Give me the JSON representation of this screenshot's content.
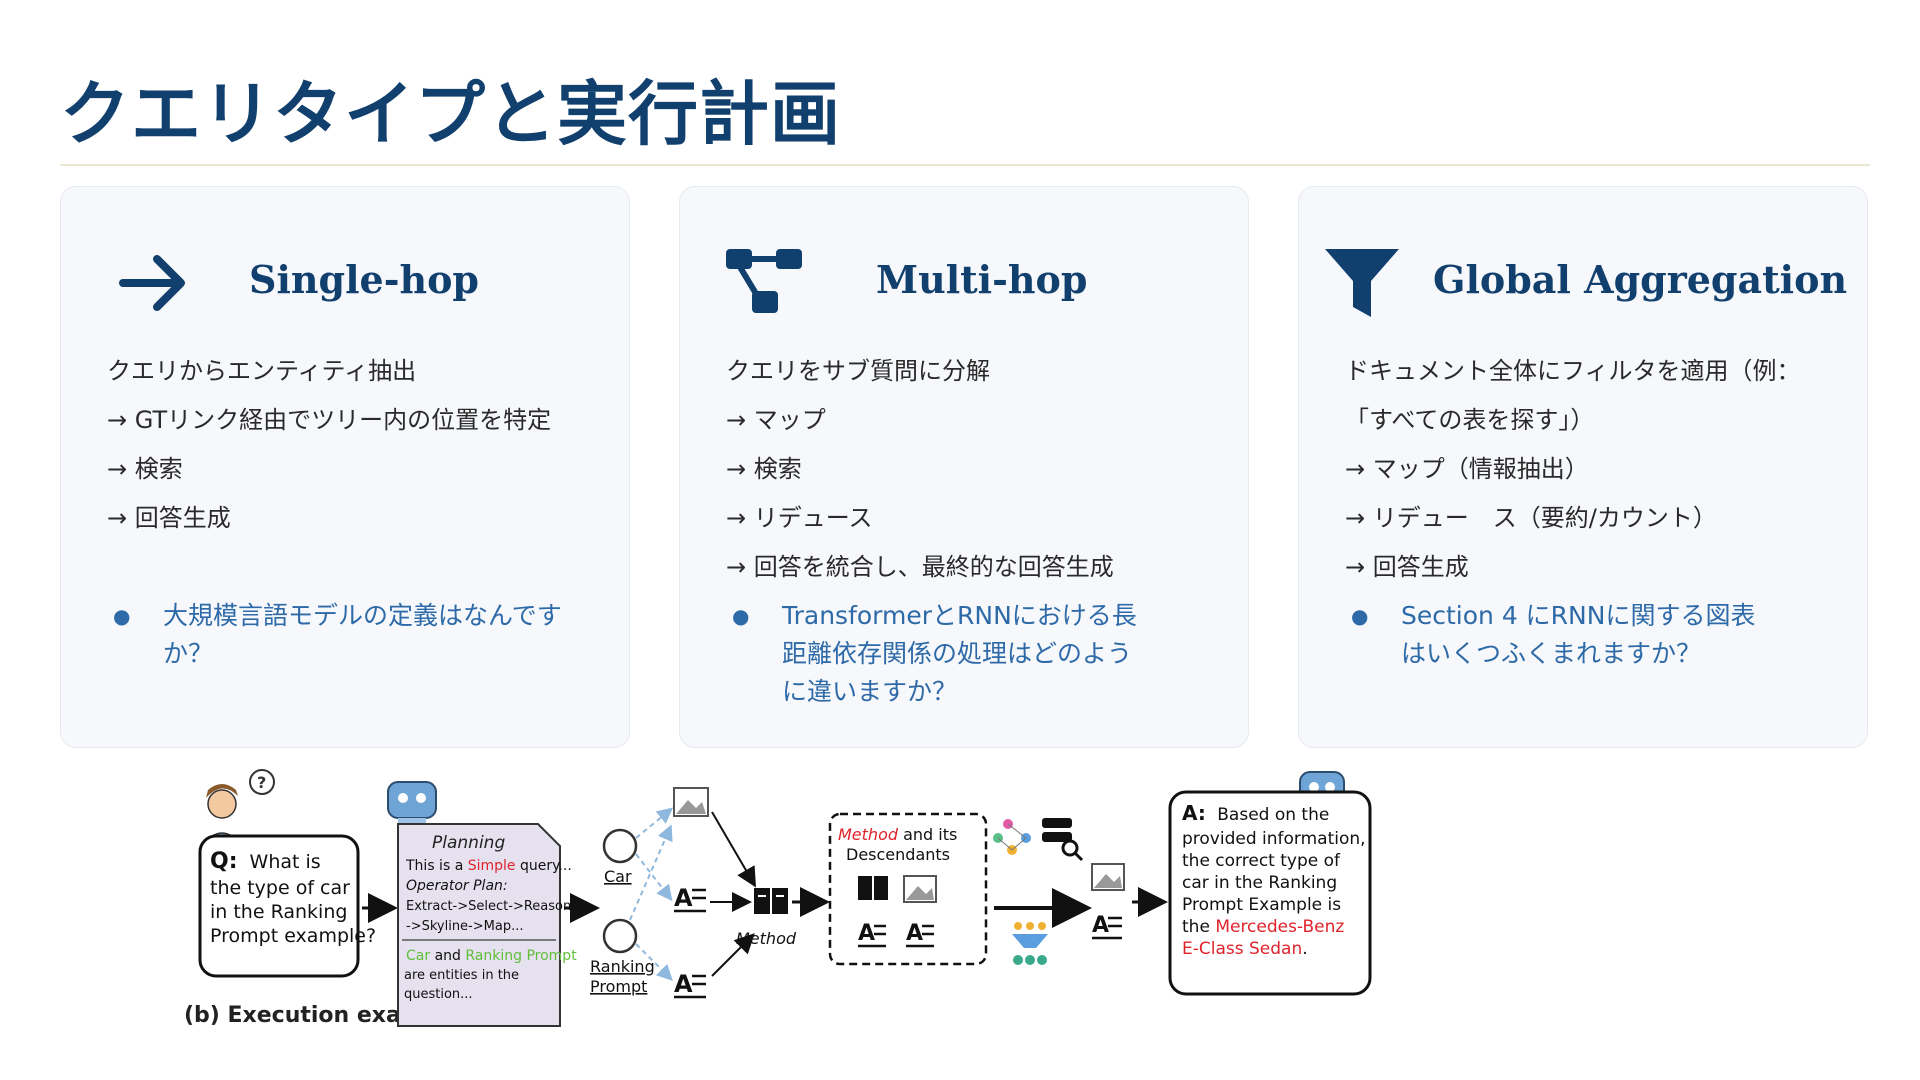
{
  "page": {
    "title": "クエリタイプと実行計画"
  },
  "cards": [
    {
      "heading": "Single-hop",
      "icon": "arrow-right-icon",
      "steps": [
        "クエリからエンティティ抽出",
        "→ GTリンク経由でツリー内の位置を特定",
        "→ 検索",
        "→ 回答生成"
      ],
      "example": "大規模言語モデルの定義はなんですか？"
    },
    {
      "heading": "Multi-hop",
      "icon": "hierarchy-icon",
      "steps": [
        "クエリをサブ質問に分解",
        "→ マップ",
        "→ 検索",
        "→ リデュース",
        "→ 回答を統合し、最終的な回答生成"
      ],
      "example": "TransformerとRNNにおける長距離依存関係の処理はどのように違いますか？"
    },
    {
      "heading": "Global Aggregation",
      "icon": "filter-icon",
      "steps": [
        "ドキュメント全体にフィルタを適用（例：「すべての表を探す」）",
        "→ マップ（情報抽出）",
        "→ リデュー　ス（要約/カウント）",
        "→ 回答生成"
      ],
      "example": "Section 4 にRNNに関する図表はいくつふくまれますか？"
    }
  ],
  "diagram": {
    "caption": "(b) Execution example",
    "question": {
      "prefix": "Q:",
      "text": "What is the type of car in the Ranking Prompt example?"
    },
    "planning": {
      "title": "Planning",
      "line1_a": "This is a ",
      "line1_highlight": "Simple",
      "line1_b": " query...",
      "plan_label": "Operator Plan:",
      "plan_steps": "Extract->Select->Reason",
      "plan_steps2": "->Skyline->Map...",
      "entities_car": "Car",
      "entities_and": " and ",
      "entities_rp": "Ranking Prompt",
      "entities_rest": "are entities in the question..."
    },
    "entity_car": "Car",
    "entity_ranking_prompt_1": "Ranking",
    "entity_ranking_prompt_2": "Prompt",
    "method_label": "Method",
    "descendants": {
      "method": "Method",
      "rest": " and its",
      "line2": "Descendants"
    },
    "answer": {
      "prefix": "A:",
      "lines": [
        "Based on the",
        "provided information,",
        "the correct type of",
        "car in the Ranking",
        "Prompt Example is"
      ],
      "last_a": "the ",
      "highlight1": "Mercedes-Benz",
      "highlight2": "E-Class Sedan",
      "end": "."
    },
    "colors": {
      "highlight_red": "#e0232b",
      "highlight_green": "#5fbf3a",
      "planning_bg": "#e6e1ee"
    }
  }
}
